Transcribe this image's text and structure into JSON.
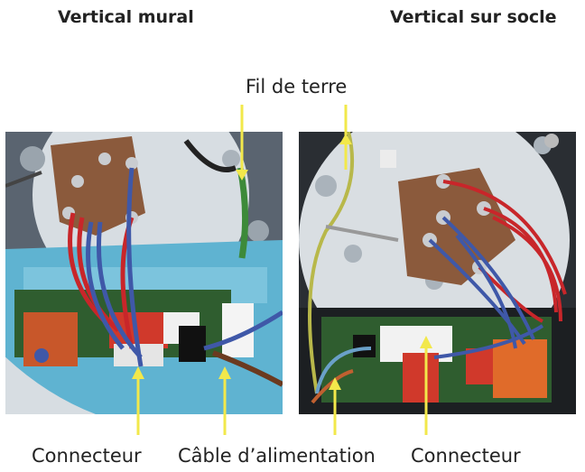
{
  "headings": {
    "left": "Vertical mural",
    "right": "Vertical sur socle"
  },
  "labels": {
    "ground_wire": "Fil de terre",
    "connector_left": "Connecteur",
    "power_cable": "Câble d’alimentation",
    "connector_right": "Connecteur"
  },
  "colors": {
    "pointer": "#f2e84b",
    "panel_blue": "#5fb3d1",
    "housing_brown": "#8b5a3c",
    "wire_red": "#c8262a",
    "wire_blue": "#3f58a8",
    "relay_red": "#d0392b",
    "board_green": "#2f5d2f"
  }
}
